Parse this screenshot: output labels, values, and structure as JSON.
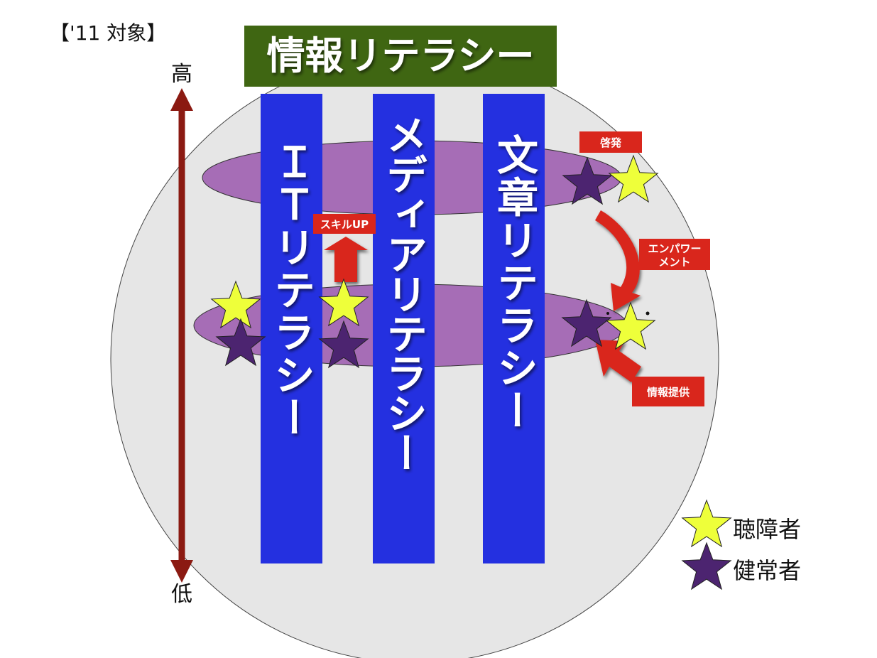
{
  "header_tag": "【'11 対象】",
  "title": "情報リテラシー",
  "axis": {
    "high": "高",
    "low": "低"
  },
  "columns": [
    "ＩＴリテラシー",
    "メディアリテラシー",
    "文章リテラシー"
  ],
  "callouts": {
    "skill_up": "スキルUP",
    "keihatsu": "啓発",
    "empowerment_line1": "エンパワー",
    "empowerment_line2": "メント",
    "info_provision": "情報提供"
  },
  "legend": {
    "hearing_impaired": "聴障者",
    "hearing": "健常者"
  },
  "colors": {
    "title_bg": "#3f6612",
    "column_blue": "#2430e0",
    "ellipse_purple": "#a66db6",
    "circle_gray": "#e6e6e6",
    "axis_red": "#8b1a12",
    "callout_red": "#d9261c",
    "star_yellow": "#eeff3a",
    "star_purple": "#4c2470"
  }
}
